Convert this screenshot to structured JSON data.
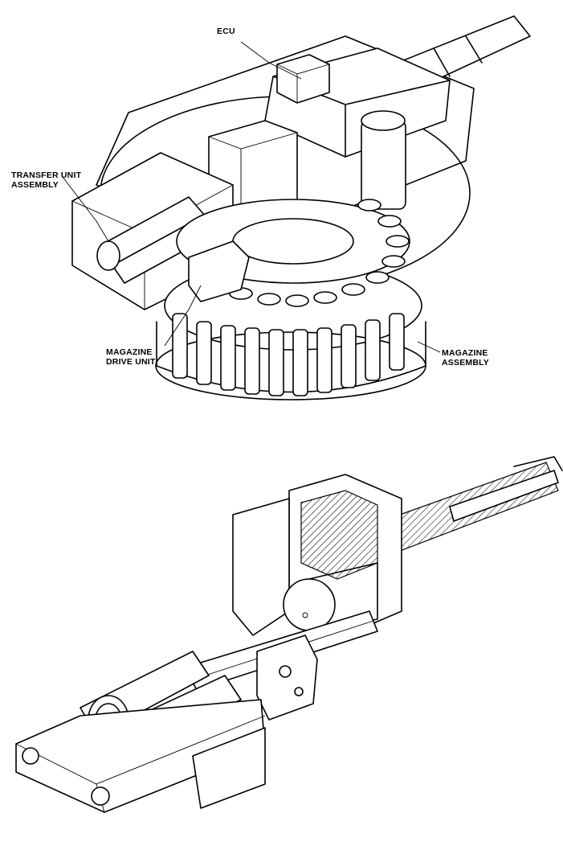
{
  "labels": {
    "ecu": "ECU",
    "transfer_unit_line1": "TRANSFER UNIT",
    "transfer_unit_line2": "ASSEMBLY",
    "magazine_drive_line1": "MAGAZINE",
    "magazine_drive_line2": "DRIVE UNIT",
    "magazine_assembly_line1": "MAGAZINE",
    "magazine_assembly_line2": "ASSEMBLY"
  }
}
